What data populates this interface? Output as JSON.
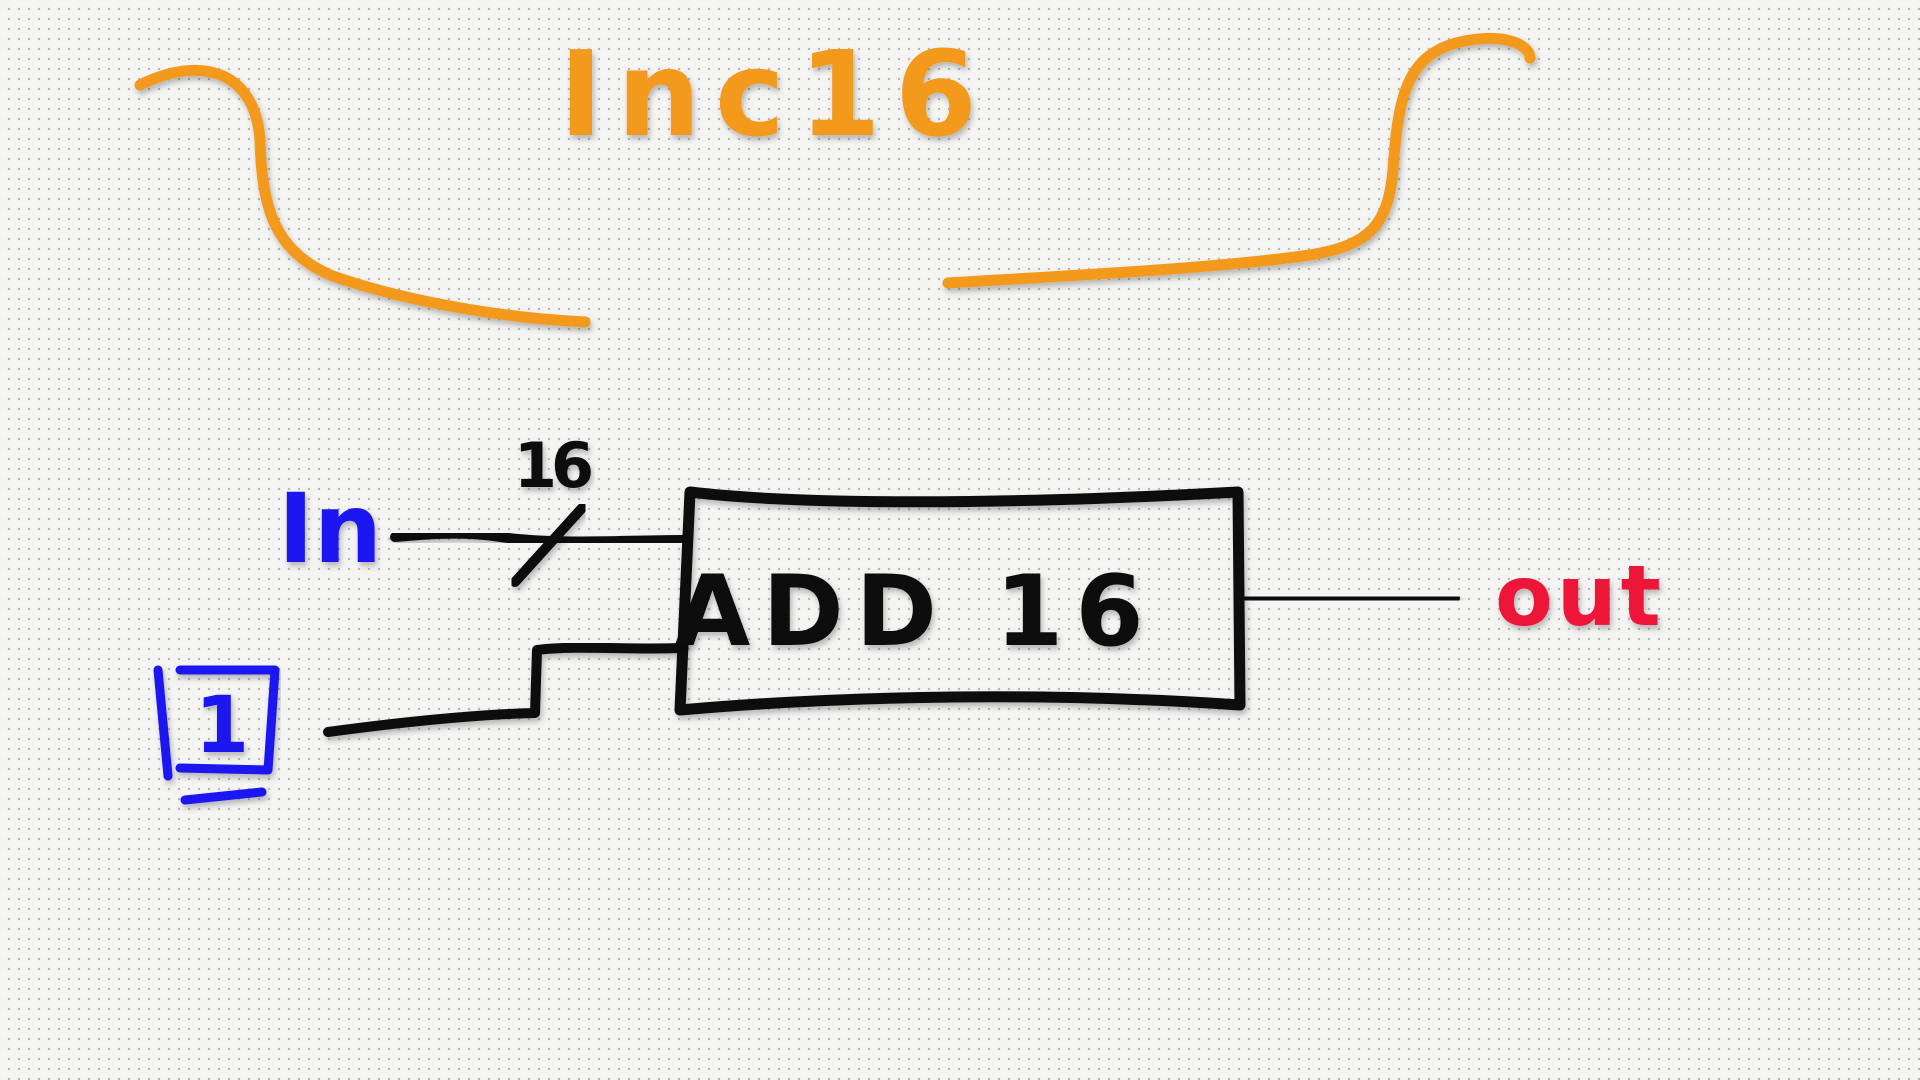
{
  "diagram": {
    "title": "Inc16",
    "chip_label": "ADD 16",
    "input_label": "In",
    "bus_width_label": "16",
    "constant_label": "1",
    "output_label": "out"
  },
  "colors": {
    "title": "#f39a1c",
    "brace": "#f39a1c",
    "input": "#1a14f0",
    "constant": "#1a14f0",
    "output": "#ee1438",
    "wire": "#111111",
    "background": "#f4f4f3",
    "grid_dot": "#b9b9b9"
  }
}
